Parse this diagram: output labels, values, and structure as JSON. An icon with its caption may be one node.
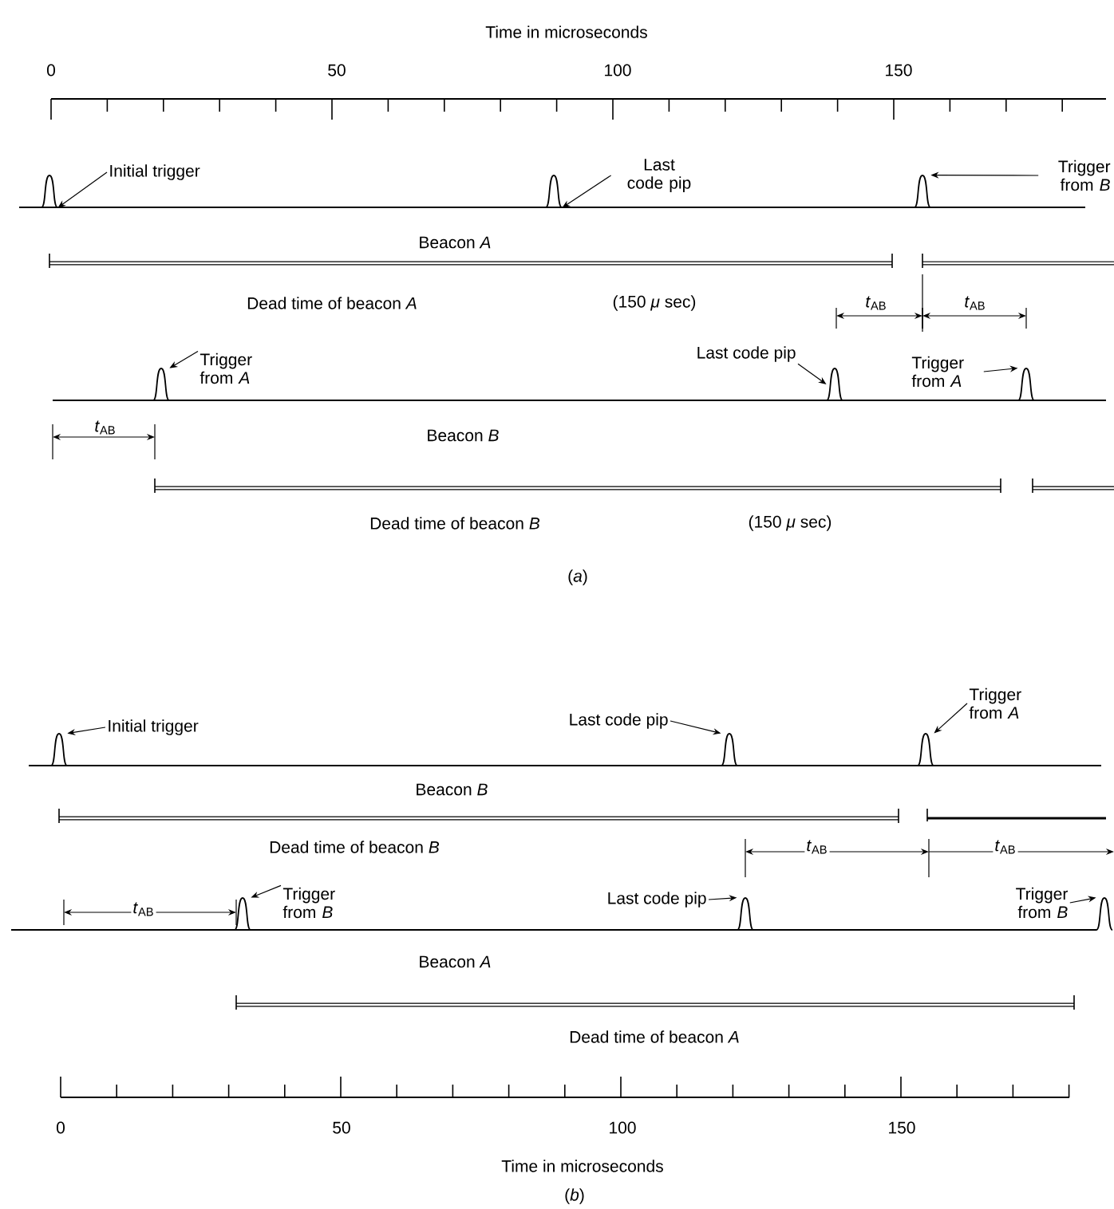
{
  "diagram": {
    "nodes": [
      {
        "text": [
          "Initial trigger"
        ]
      },
      {
        "text": [
          "Last code pip"
        ]
      },
      {
        "text": [
          "Trigger from *B*"
        ]
      },
      {
        "text": [
          "Trigger from *A*"
        ]
      },
      {
        "text": [
          "Last code pip"
        ]
      },
      {
        "text": [
          "Trigger from *A*"
        ]
      },
      {
        "text": [
          "Initial trigger"
        ]
      },
      {
        "text": [
          "Last code pip"
        ]
      },
      {
        "text": [
          "Trigger from *A*"
        ]
      },
      {
        "text": [
          "Trigger from *B*"
        ]
      },
      {
        "text": [
          "Last code pip"
        ]
      },
      {
        "text": [
          "Trigger from *B*"
        ]
      },
      {
        "text": [],
        "shape": "pulse"
      },
      {
        "text": [],
        "shape": "pulse"
      },
      {
        "text": [],
        "shape": "pulse"
      },
      {
        "text": [],
        "shape": "pulse"
      },
      {
        "text": [],
        "shape": "pulse"
      },
      {
        "text": [],
        "shape": "pulse"
      },
      {
        "text": [],
        "shape": "pulse"
      },
      {
        "text": [],
        "shape": "pulse"
      },
      {
        "text": [],
        "shape": "pulse"
      },
      {
        "text": [],
        "shape": "pulse"
      },
      {
        "text": [],
        "shape": "pulse"
      },
      {
        "text": [],
        "shape": "pulse"
      }
    ],
    "edges": [
      {
        "from": 0,
        "to": 12,
        "arrow": "to"
      },
      {
        "from": 1,
        "to": 13,
        "arrow": "to"
      },
      {
        "from": 2,
        "to": 14,
        "arrow": "to"
      },
      {
        "from": 3,
        "to": 15,
        "arrow": "to"
      },
      {
        "from": 4,
        "to": 16,
        "arrow": "to"
      },
      {
        "from": 5,
        "to": 17,
        "arrow": "to"
      },
      {
        "from": 6,
        "to": 18,
        "arrow": "to"
      },
      {
        "from": 7,
        "to": 19,
        "arrow": "to"
      },
      {
        "from": 8,
        "to": 20,
        "arrow": "to"
      },
      {
        "from": 9,
        "to": 21,
        "arrow": "to"
      },
      {
        "from": 10,
        "to": 22,
        "arrow": "to"
      },
      {
        "from": 11,
        "to": 23,
        "arrow": "to"
      }
    ],
    "labels": [
      "Time in microseconds",
      "0",
      "50",
      "100",
      "150",
      "Beacon *A*",
      "Dead time of beacon *A*",
      "(150 *μ* sec)",
      "*t*$_{AB}$",
      "*t*$_{AB}$",
      "*t*$_{AB}$",
      "Beacon *B*",
      "Dead time of beacon *B*",
      "(150 *μ* sec)",
      "(*a*)",
      "Beacon *B*",
      "Dead time of beacon *B*",
      "*t*$_{AB}$",
      "*t*$_{AB}$",
      "*t*$_{AB}$",
      "Beacon *A*",
      "Dead time of beacon *A*",
      "0",
      "50",
      "100",
      "150",
      "Time in microseconds",
      "(*b*)"
    ]
  }
}
